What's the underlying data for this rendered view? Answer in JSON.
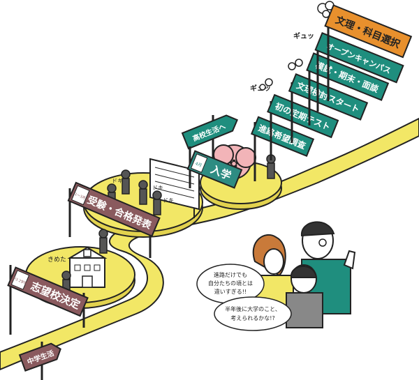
{
  "colors": {
    "road": "#f2e766",
    "platform": "#f2e766",
    "sign_brown": "#8a5a5e",
    "sign_teal": "#1f8e7e",
    "sign_orange": "#e8902d",
    "sign_green": "#2e8c82",
    "outline": "#222222",
    "blossom": "#f2b4b8"
  },
  "signs": {
    "junior_high": "中学生活",
    "school_choice": "志望校決定",
    "school_choice_tag": "中3 2学期",
    "exam": "受験・合格発表",
    "exam_tag": "1〜3月",
    "to_high_school": "高校生活へ",
    "enrollment": "入学",
    "enrollment_tag": "4月",
    "career_survey": "進路希望調査",
    "first_test": "初の定期テスト",
    "stream_start": "文理検討スタート",
    "mock_interview": "模試・期末・面談",
    "open_campus": "オープンキャンパス",
    "subject_choice": "文理・科目選択"
  },
  "sfx": {
    "kimeta": "きめた",
    "doki1": "ドキ",
    "doki2": "ドキ",
    "doki3": "ドキ",
    "gyu1": "ギュッ",
    "gyu2": "ギュッ"
  },
  "bubbles": {
    "bubble1_line1": "進路だけでも",
    "bubble1_line2": "自分たちの頃とは",
    "bubble1_line3": "違いすぎる!!",
    "bubble2_line1": "半年後に大学のこと、",
    "bubble2_line2": "考えられるかな!?"
  },
  "icons": [
    "school-building-icon",
    "cherry-blossom-icon",
    "results-board-icon"
  ]
}
